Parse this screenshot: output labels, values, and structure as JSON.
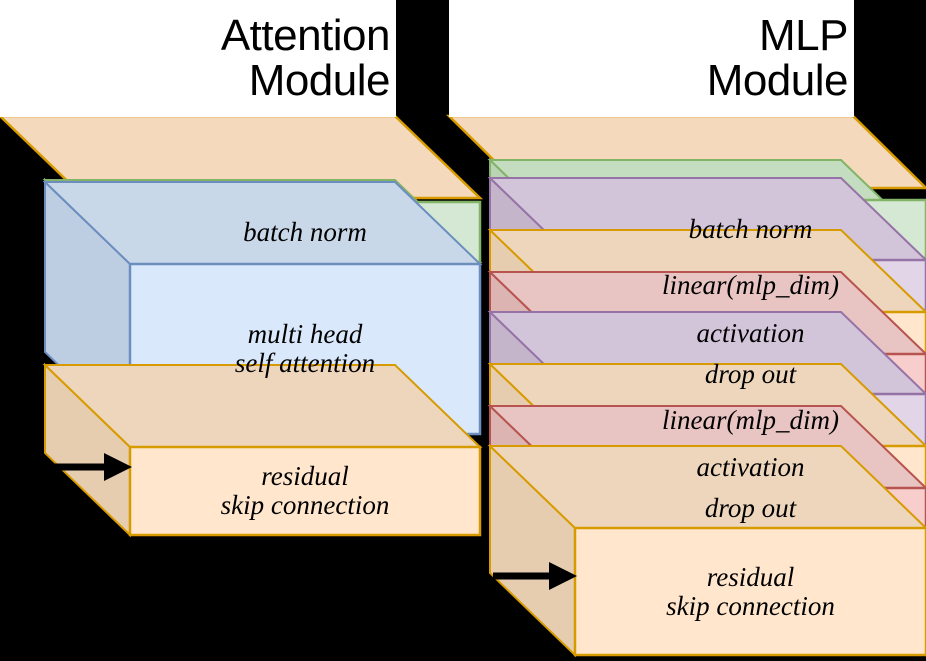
{
  "background_color": "#000000",
  "palette": {
    "green_fill": "#d5e8d4",
    "green_stroke": "#82b366",
    "green_side": "#b9d3b4",
    "blue_fill": "#dae8fc",
    "blue_stroke": "#6c8ebf",
    "blue_side": "#bdcee2",
    "purple_fill": "#e1d5e7",
    "purple_stroke": "#9673a6",
    "purple_side": "#c5b5cb",
    "pink_fill": "#f8cecc",
    "pink_stroke": "#b85450",
    "pink_side": "#dcb4b2",
    "orange_fill": "#ffe6cc",
    "orange_stroke": "#d79b00",
    "orange_side": "#e6cdb0",
    "top_face_fill": "#f5d9bd",
    "white": "#ffffff",
    "text": "#000000"
  },
  "modules": [
    {
      "id": "attention",
      "title_lines": [
        "Attention",
        "Module"
      ],
      "layers": [
        {
          "id": "batch-norm",
          "label_lines": [
            "batch norm"
          ],
          "color": "green",
          "font_size": 27
        },
        {
          "id": "multi-head-self-attention",
          "label_lines": [
            "multi head",
            "self attention"
          ],
          "color": "blue",
          "font_size": 27
        },
        {
          "id": "residual-skip-connection",
          "label_lines": [
            "residual",
            "skip connection"
          ],
          "color": "orange",
          "font_size": 27
        }
      ]
    },
    {
      "id": "mlp",
      "title_lines": [
        "MLP",
        "Module"
      ],
      "layers": [
        {
          "id": "batch-norm",
          "label_lines": [
            "batch norm"
          ],
          "color": "green",
          "font_size": 27
        },
        {
          "id": "linear-mlp-dim-1",
          "label_lines": [
            "linear(mlp_dim)"
          ],
          "color": "purple",
          "font_size": 27
        },
        {
          "id": "activation-1",
          "label_lines": [
            "activation"
          ],
          "color": "orange",
          "font_size": 27
        },
        {
          "id": "drop-out-1",
          "label_lines": [
            "drop out"
          ],
          "color": "pink",
          "font_size": 27
        },
        {
          "id": "linear-mlp-dim-2",
          "label_lines": [
            "linear(mlp_dim)"
          ],
          "color": "purple",
          "font_size": 27
        },
        {
          "id": "activation-2",
          "label_lines": [
            "activation"
          ],
          "color": "orange",
          "font_size": 27
        },
        {
          "id": "drop-out-2",
          "label_lines": [
            "drop out"
          ],
          "color": "pink",
          "font_size": 27
        },
        {
          "id": "residual-skip-connection",
          "label_lines": [
            "residual",
            "skip connection"
          ],
          "color": "orange",
          "font_size": 27
        }
      ]
    }
  ],
  "arrows": [
    {
      "id": "attention-input-arrow",
      "label": "input arrow into attention residual layer"
    },
    {
      "id": "mlp-input-arrow",
      "label": "input arrow into mlp residual layer"
    }
  ]
}
